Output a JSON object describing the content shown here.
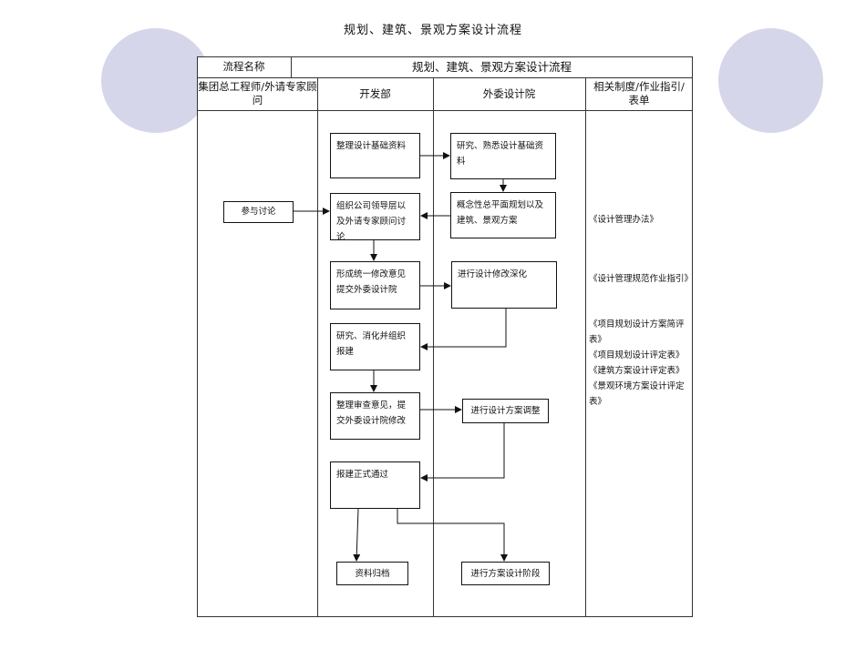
{
  "page_title": "规划、建筑、景观方案设计流程",
  "table": {
    "name_label": "流程名称",
    "name_value": "规划、建筑、景观方案设计流程",
    "columns": [
      "集团总工程师/外请专家顾问",
      "开发部",
      "外委设计院",
      "相关制度/作业指引/表单"
    ]
  },
  "steps": {
    "discuss": "参与讨论",
    "organize_basics": "整理设计基础资料",
    "study_basics": "研究、熟悉设计基础资料",
    "concept_plan": "概念性总平面规划以及建筑、景观方案",
    "organize_leaders": "组织公司领导层以及外请专家顾问讨论",
    "unified_opinion": "形成统一修改意见提交外委设计院",
    "deepen_design": "进行设计修改深化",
    "study_digest": "研究、消化并组织报建",
    "review_opinion": "整理审查意见，提交外委设计院修改",
    "adjust_plan": "进行设计方案调整",
    "approval_passed": "报建正式通过",
    "archive": "资料归档",
    "next_stage": "进行方案设计阶段"
  },
  "documents": [
    "《设计管理办法》",
    "《设计管理规范作业指引》",
    "《项目规划设计方案简评表》",
    "《项目规划设计评定表》",
    "《建筑方案设计评定表》",
    "《景观环境方案设计评定表》"
  ],
  "colors": {
    "decor_circle": "#d6d6ea",
    "line": "#333333"
  }
}
